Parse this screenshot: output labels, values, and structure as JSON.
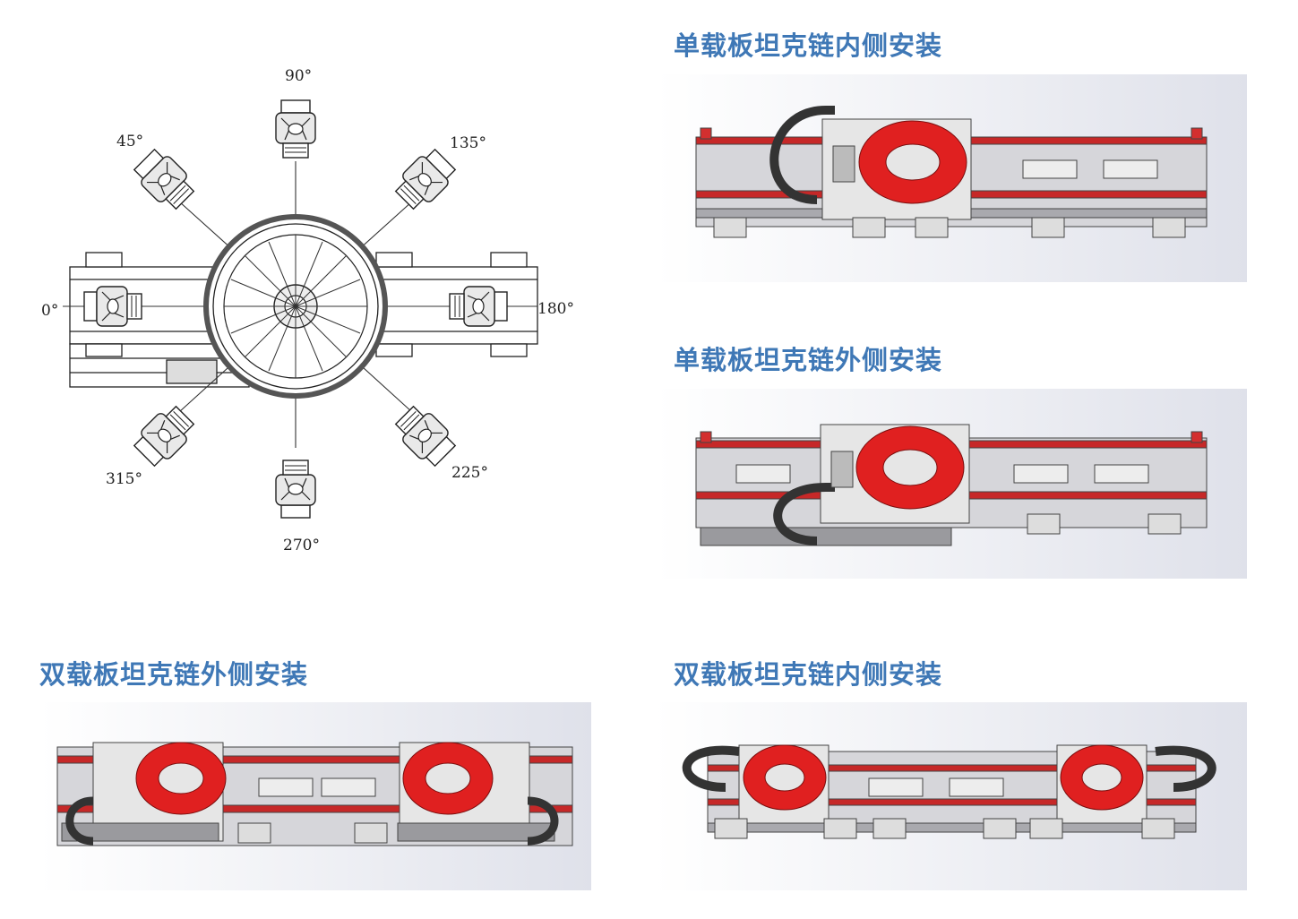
{
  "rotary_diagram": {
    "angle_labels": {
      "a0": "0°",
      "a45": "45°",
      "a90": "90°",
      "a135": "135°",
      "a180": "180°",
      "a225": "225°",
      "a270": "270°",
      "a315": "315°"
    }
  },
  "sections": {
    "single_inner": {
      "title": "单载板坦克链内侧安装"
    },
    "single_outer": {
      "title": "单载板坦克链外侧安装"
    },
    "double_outer": {
      "title": "双载板坦克链外侧安装"
    },
    "double_inner": {
      "title": "双载板坦克链内侧安装"
    }
  },
  "colors": {
    "heading": "#3f78b6",
    "accent_red": "#e02020",
    "frame_grey": "#b9b9bd"
  }
}
